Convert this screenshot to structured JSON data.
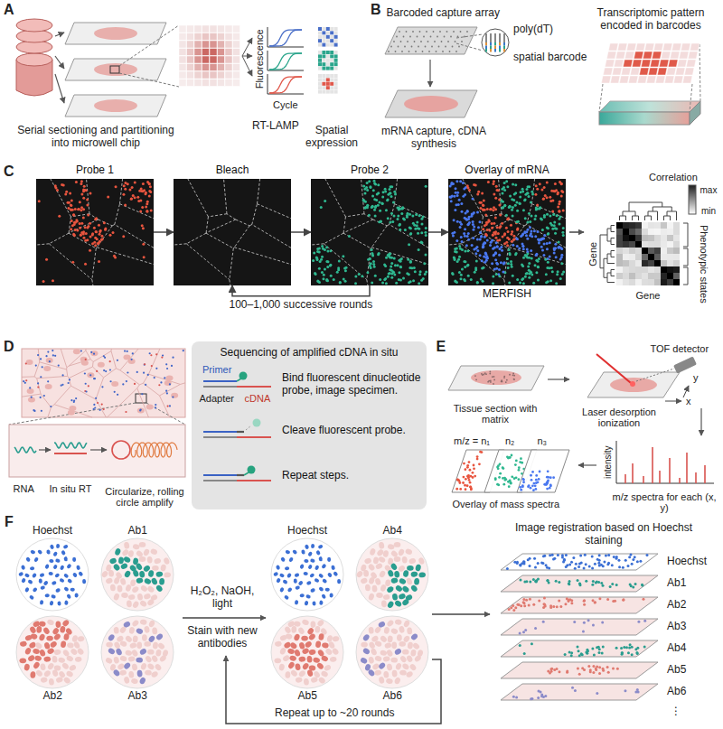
{
  "diagram": {
    "nodes": [
      {
        "text": [
          "Probe 1"
        ]
      },
      {
        "text": [
          "Bleach"
        ]
      },
      {
        "text": [
          "Probe 2"
        ]
      },
      {
        "text": [
          "Overlay of mRNA",
          "MERFISH"
        ]
      },
      {
        "text": [
          "Sequencing of amplified cDNA in situ",
          "Bind fluorescent dinucleotide probe, image specimen.",
          "Cleave fluorescent probe.",
          "Repeat steps."
        ]
      }
    ],
    "edges": [
      {
        "from": 0,
        "to": 1,
        "arrow": "to"
      },
      {
        "from": 1,
        "to": 2,
        "arrow": "to"
      },
      {
        "from": 2,
        "to": 3,
        "arrow": "to"
      },
      {
        "from": 2,
        "to": 1,
        "label": "100–1,000 successive rounds",
        "arrow": "to"
      }
    ],
    "labels": [
      "A",
      "Serial sectioning and partitioning into microwell chip",
      "RT-LAMP",
      "Fluorescence",
      "Cycle",
      "Spatial expression",
      "B",
      "Barcoded capture array",
      "poly(dT)",
      "spatial barcode",
      "Transcriptomic pattern encoded in barcodes",
      "mRNA capture, cDNA synthesis",
      "C",
      "Correlation",
      "max",
      "min",
      "Gene",
      "Gene",
      "Phenotypic states",
      "D",
      "RNA",
      "In situ RT",
      "Circularize, rolling circle amplify",
      "Primer",
      "Adapter",
      "cDNA",
      "E",
      "TOF detector",
      "Tissue section with matrix",
      "Laser desorption ionization",
      "x",
      "y",
      "intensity",
      "m/z spectra for each (x, y)",
      "m/z = n₁",
      "n₂",
      "n₃",
      "Overlay of mass spectra",
      "F",
      "Hoechst",
      "Ab1",
      "Ab2",
      "Ab3",
      "H₂O₂, NaOH, light",
      "Stain with new antibodies",
      "Hoechst",
      "Ab4",
      "Ab5",
      "Ab6",
      "Repeat up to ~20 rounds",
      "Image registration based on Hoechst staining",
      "Hoechst",
      "Ab1",
      "Ab2",
      "Ab3",
      "Ab4",
      "Ab5",
      "Ab6",
      "⋮"
    ]
  }
}
